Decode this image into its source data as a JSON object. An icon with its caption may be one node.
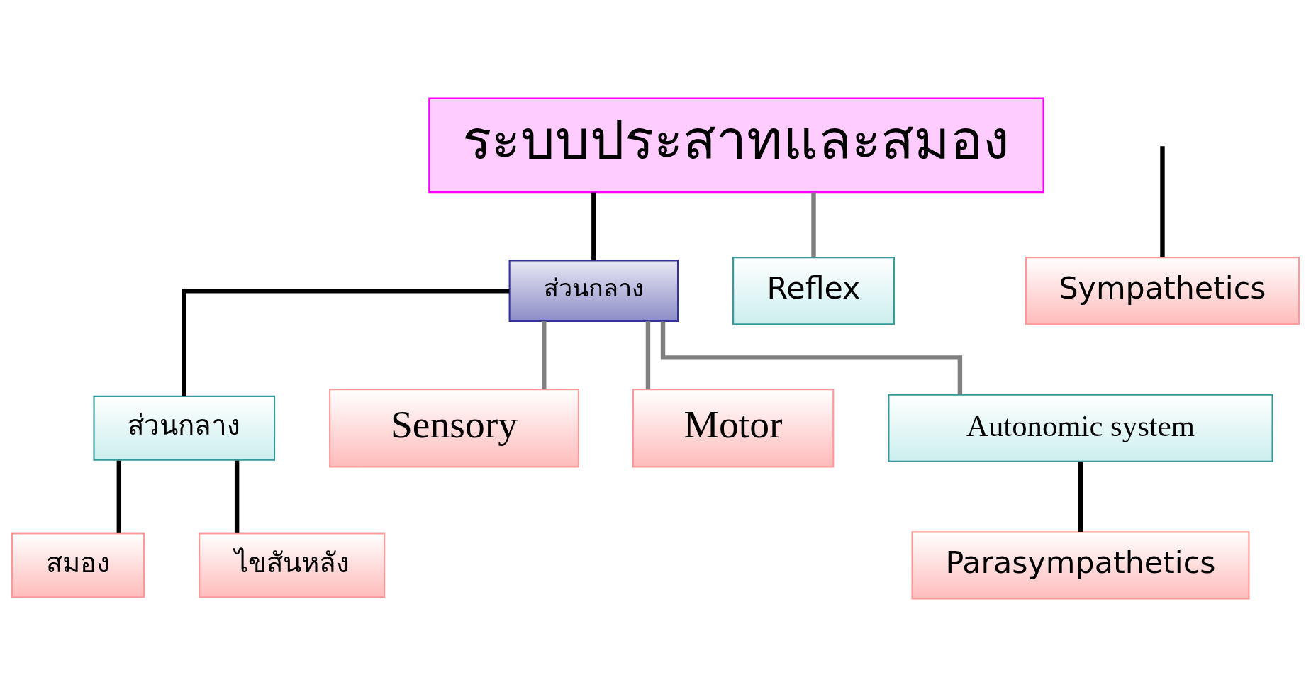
{
  "diagram": {
    "nodes": [
      {
        "text": [
          "ระบบประสาทและสมอง"
        ]
      },
      {
        "text": [
          "ส่วนกลาง"
        ]
      },
      {
        "text": [
          "ส่วนกลาง"
        ]
      },
      {
        "text": [
          "Sensory"
        ]
      },
      {
        "text": [
          "Motor"
        ]
      },
      {
        "text": [
          "Autonomic system"
        ]
      },
      {
        "text": [
          "สมอง"
        ]
      },
      {
        "text": [
          "ไขสันหลัง"
        ]
      },
      {
        "text": [
          "Sympathetics"
        ]
      },
      {
        "text": [
          "Parasympathetics"
        ]
      },
      {
        "text": [
          "Reflex"
        ]
      }
    ],
    "edges": [
      {
        "from": 0,
        "to": 1,
        "arrow": "none"
      },
      {
        "from": 0,
        "to": 10,
        "arrow": "none",
        "color": "#808080"
      },
      {
        "from": 1,
        "to": 2,
        "arrow": "none"
      },
      {
        "from": 1,
        "to": 3,
        "arrow": "none",
        "color": "#808080"
      },
      {
        "from": 1,
        "to": 4,
        "arrow": "none",
        "color": "#808080"
      },
      {
        "from": 1,
        "to": 5,
        "arrow": "none",
        "color": "#808080"
      },
      {
        "from": 2,
        "to": 6,
        "arrow": "none"
      },
      {
        "from": 2,
        "to": 7,
        "arrow": "none"
      },
      {
        "from": null,
        "to": 8,
        "arrow": "none"
      },
      {
        "from": 5,
        "to": 9,
        "arrow": "none"
      }
    ]
  }
}
